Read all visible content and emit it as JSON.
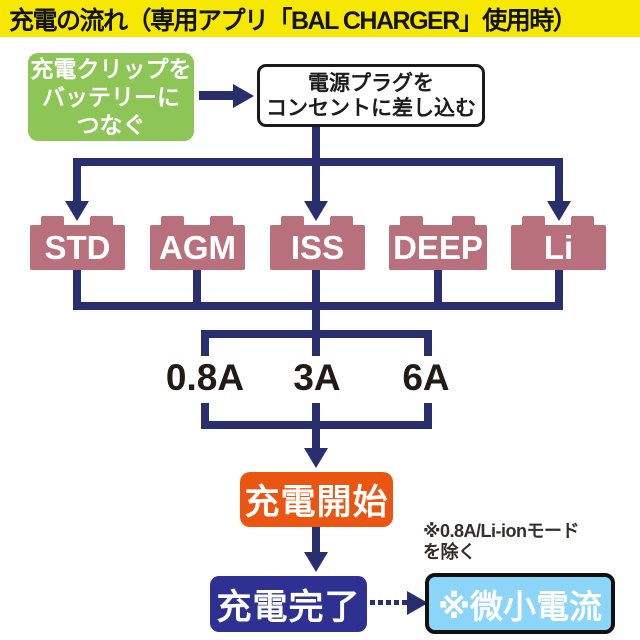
{
  "banner": {
    "title": "充電の流れ（専用アプリ「BAL CHARGER」使用時）"
  },
  "colors": {
    "banner_bg": "#F6E800",
    "connector_navy": "#292E6C",
    "clip_green": "#8DC557",
    "battery_rose": "#B7707C",
    "start_orange": "#EB5512",
    "complete_indigo": "#2E3192",
    "trickle_lightblue": "#8BD5F8"
  },
  "flow": {
    "clip_step": "充電クリップを\nバッテリーに\nつなぐ",
    "plug_step": "電源プラグを\nコンセントに差し込む",
    "batteries": [
      {
        "label": "STD"
      },
      {
        "label": "AGM"
      },
      {
        "label": "ISS"
      },
      {
        "label": "DEEP"
      },
      {
        "label": "Li"
      }
    ],
    "currents": [
      {
        "label": "0.8A"
      },
      {
        "label": "3A"
      },
      {
        "label": "6A"
      }
    ],
    "start": "充電開始",
    "complete": "充電完了",
    "trickle": "※微小電流",
    "note": "※0.8A/Li-ionモード\nを除く"
  }
}
